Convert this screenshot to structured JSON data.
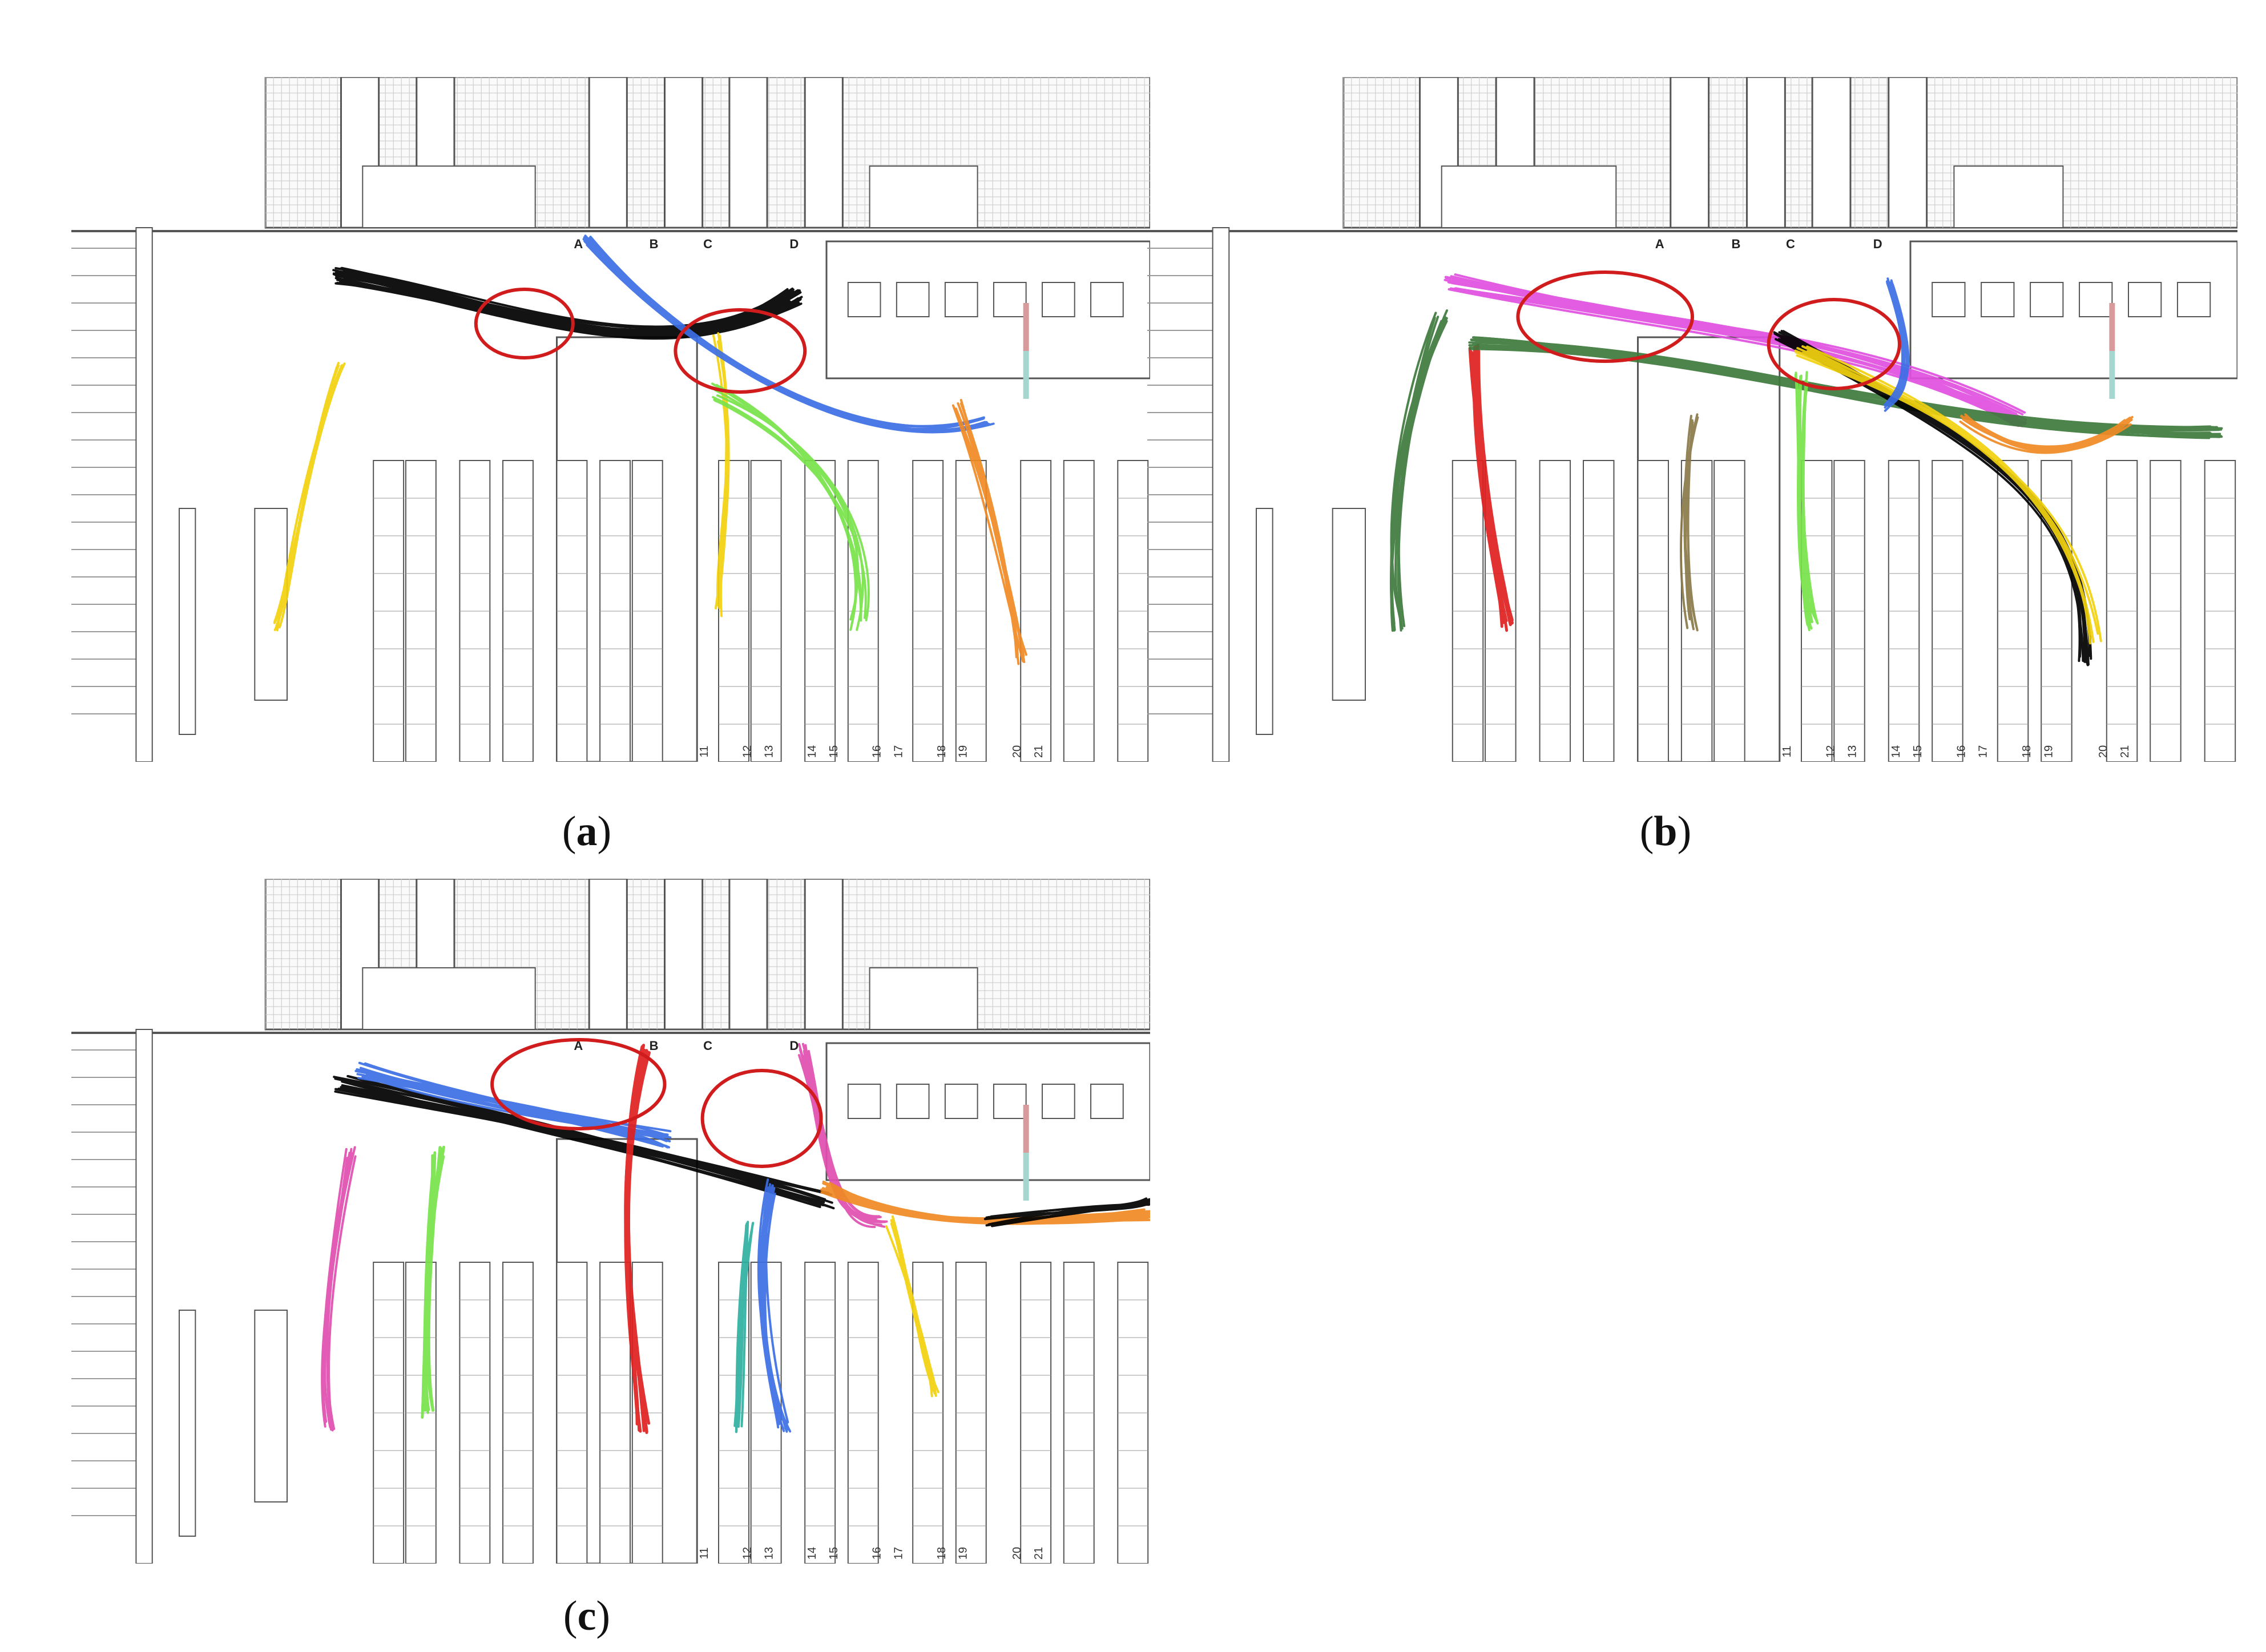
{
  "panels": [
    {
      "id": "a",
      "caption": "a",
      "labels": {
        "dock_doors": [
          "A",
          "B",
          "C",
          "D"
        ],
        "aisles": [
          "11",
          "12",
          "13",
          "14",
          "15",
          "16",
          "17",
          "18",
          "19",
          "20",
          "21"
        ]
      },
      "trajectory_colors": [
        "#000000",
        "#f2d20f",
        "#78e34a",
        "#3c6fe6",
        "#f08a24"
      ],
      "circle_color": "#d01c1c"
    },
    {
      "id": "b",
      "caption": "b",
      "labels": {
        "dock_doors": [
          "A",
          "B",
          "C",
          "D"
        ],
        "aisles": [
          "11",
          "12",
          "13",
          "14",
          "15",
          "16",
          "17",
          "18",
          "19",
          "20",
          "21"
        ]
      },
      "trajectory_colors": [
        "#000000",
        "#f2d20f",
        "#78e34a",
        "#3c6fe6",
        "#f08a24",
        "#e050e0",
        "#e02020",
        "#3d7a3d",
        "#8a7a4a"
      ],
      "circle_color": "#d01c1c"
    },
    {
      "id": "c",
      "caption": "c",
      "labels": {
        "dock_doors": [
          "A",
          "B",
          "C",
          "D"
        ],
        "aisles": [
          "11",
          "12",
          "13",
          "14",
          "15",
          "16",
          "17",
          "18",
          "19",
          "20",
          "21"
        ]
      },
      "trajectory_colors": [
        "#000000",
        "#f2d20f",
        "#78e34a",
        "#3c6fe6",
        "#f08a24",
        "#e04fb0",
        "#e02020",
        "#2fb0a0"
      ],
      "circle_color": "#d01c1c"
    }
  ],
  "captions": {
    "a": "a",
    "b": "b",
    "c": "c"
  }
}
